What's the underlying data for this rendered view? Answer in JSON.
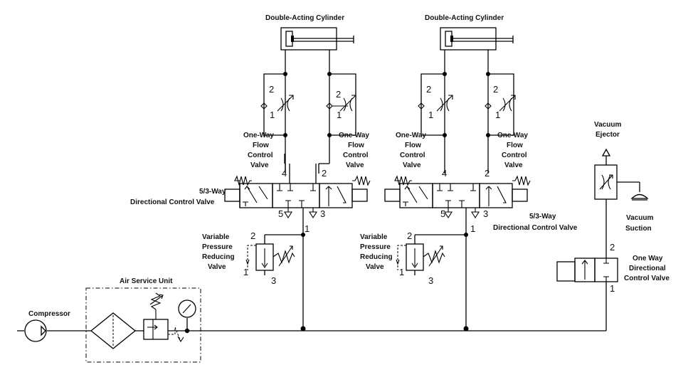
{
  "labels": {
    "cyl_left": "Double-Acting Cylinder",
    "cyl_right": "Double-Acting Cylinder",
    "fc_ll": [
      "One-Way",
      "Flow",
      "Control",
      "Valve"
    ],
    "fc_lr": [
      "One-Way",
      "Flow",
      "Control",
      "Valve"
    ],
    "fc_rl": [
      "One-Way",
      "Flow",
      "Control",
      "Valve"
    ],
    "fc_rr": [
      "One-Way",
      "Flow",
      "Control",
      "Valve"
    ],
    "dcv_left": [
      "5/3-Way",
      "Directional Control  Valve"
    ],
    "dcv_right": [
      "5/3-Way",
      "Directional Control  Valve"
    ],
    "prv_left": [
      "Variable",
      "Pressure",
      "Reducing",
      "Valve"
    ],
    "prv_right": [
      "Variable",
      "Pressure",
      "Reducing",
      "Valve"
    ],
    "air_service_unit": "Air Service Unit",
    "compressor": "Compressor",
    "vacuum_ejector": [
      "Vacuum",
      "Ejector"
    ],
    "vacuum_suction": [
      "Vacuum",
      "Suction"
    ],
    "one_way_dcv": [
      "One Way",
      "Directional",
      "Control  Valve"
    ]
  },
  "ports": {
    "p1": "1",
    "p2": "2",
    "p3": "3",
    "p4": "4",
    "p5": "5"
  }
}
